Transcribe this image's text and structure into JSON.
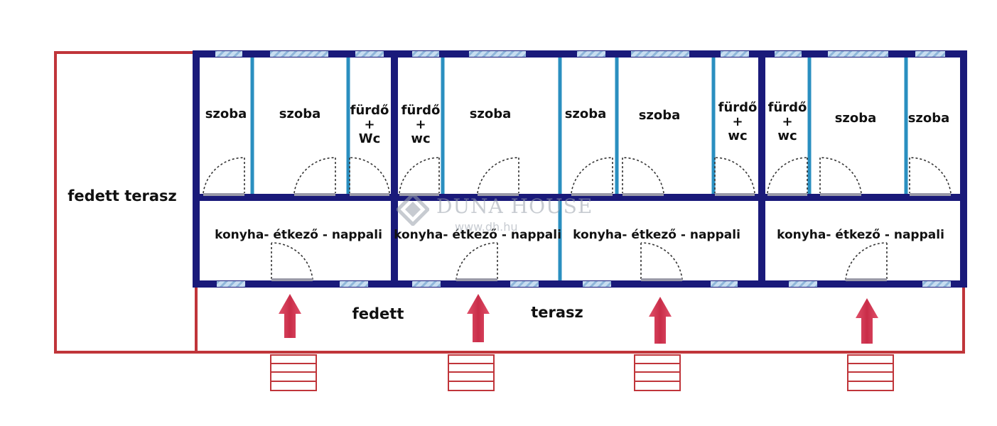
{
  "plan": {
    "rooms": [
      {
        "id": "r1",
        "label": "szoba",
        "type": "room"
      },
      {
        "id": "r2",
        "label": "szoba",
        "type": "room"
      },
      {
        "id": "r3",
        "label": "fürdő + Wc",
        "lines": [
          "fürdő",
          "+",
          "Wc"
        ],
        "type": "bath"
      },
      {
        "id": "r4",
        "label": "fürdő + wc",
        "lines": [
          "fürdő",
          "+",
          "wc"
        ],
        "type": "bath"
      },
      {
        "id": "r5",
        "label": "szoba",
        "type": "room"
      },
      {
        "id": "r6",
        "label": "szoba",
        "type": "room"
      },
      {
        "id": "r7",
        "label": "szoba",
        "type": "room"
      },
      {
        "id": "r8",
        "label": "fürdő + wc",
        "lines": [
          "fürdő",
          "+",
          "wc"
        ],
        "type": "bath"
      },
      {
        "id": "r9",
        "label": "fürdő + wc",
        "lines": [
          "fürdő",
          "+",
          "wc"
        ],
        "type": "bath"
      },
      {
        "id": "r10",
        "label": "szoba",
        "type": "room"
      },
      {
        "id": "r11",
        "label": "szoba",
        "type": "room"
      }
    ],
    "living_rooms": [
      "konyha- étkező - nappali",
      "konyha- étkező - nappali",
      "konyha- étkező - nappali",
      "konyha- étkező - nappali"
    ],
    "covered_terrace_side": "fedett terasz",
    "covered_terrace_front": [
      "fedett",
      "terasz"
    ],
    "entrances": 4,
    "stairs": 4
  },
  "watermark": {
    "brand": "DUNA HOUSE",
    "url": "www.dh.hu"
  },
  "colors": {
    "outer_wall": "#1a1a7a",
    "partition_wall": "#2a8fc0",
    "window": "#a9c9e6",
    "terrace_outline": "#c0353a",
    "arrow": "#d1364f",
    "door_line": "#333333",
    "text": "#111111"
  }
}
